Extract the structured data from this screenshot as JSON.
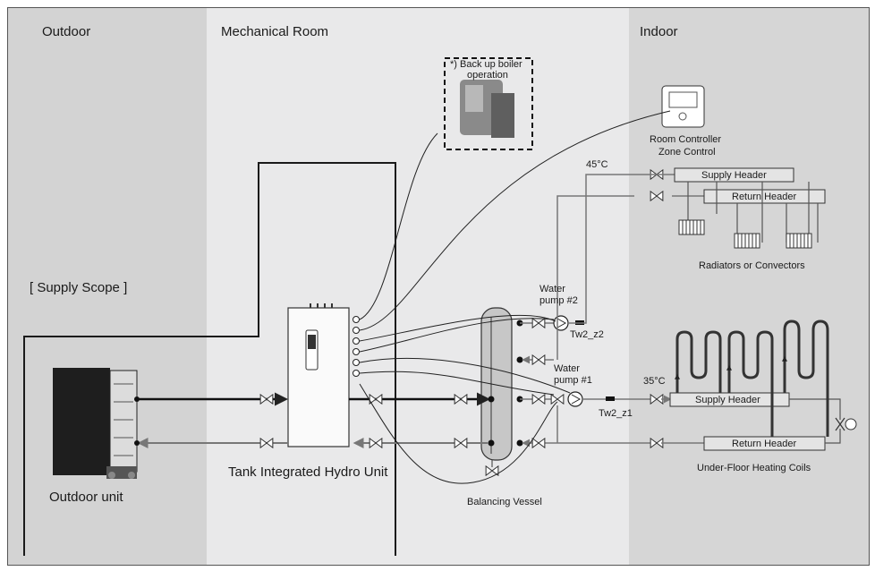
{
  "zones": {
    "outdoor": "Outdoor",
    "mechanical_room": "Mechanical Room",
    "indoor": "Indoor"
  },
  "labels": {
    "supply_scope": "[ Supply Scope ]",
    "outdoor_unit": "Outdoor unit",
    "tank_unit": "Tank Integrated Hydro Unit",
    "balancing_vessel": "Balancing Vessel",
    "backup_boiler_line1": "*) Back up boiler",
    "backup_boiler_line2": "operation",
    "room_controller": "Room Controller",
    "zone_control": "Zone Control",
    "temp_high": "45°C",
    "temp_low": "35°C",
    "supply_header": "Supply Header",
    "return_header": "Return Header",
    "radiators": "Radiators or Convectors",
    "pump2_line1": "Water",
    "pump2_line2": "pump #2",
    "pump1_line1": "Water",
    "pump1_line2": "pump #1",
    "sensor_z2": "Tw2_z2",
    "sensor_z1": "Tw2_z1",
    "underfloor": "Under-Floor Heating Coils"
  }
}
